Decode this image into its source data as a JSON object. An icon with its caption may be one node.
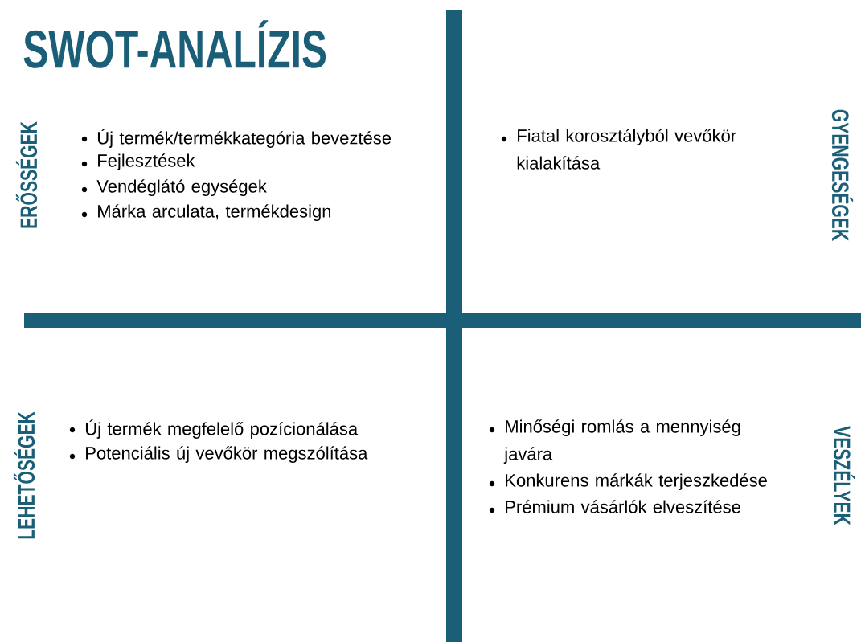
{
  "diagram": {
    "title": "SWOT-ANALÍZIS",
    "labels": [
      "ERŐSSÉGEK",
      "Új termék/termékkategória beveztése",
      "Fejlesztések",
      "Vendéglátó egységek",
      "Márka arculata, termékdesign",
      "GYENGESÉGEK",
      "Fiatal korosztályból vevőkör kialakítása",
      "LEHETŐSÉGEK",
      "Új termék megfelelő pozícionálása",
      "Potenciális új vevőkör megszólítása",
      "VESZÉLYEK",
      "Minőségi romlás a mennyiség javára",
      "Konkurens márkák terjeszkedése",
      "Prémium vásárlók elveszítése"
    ]
  }
}
